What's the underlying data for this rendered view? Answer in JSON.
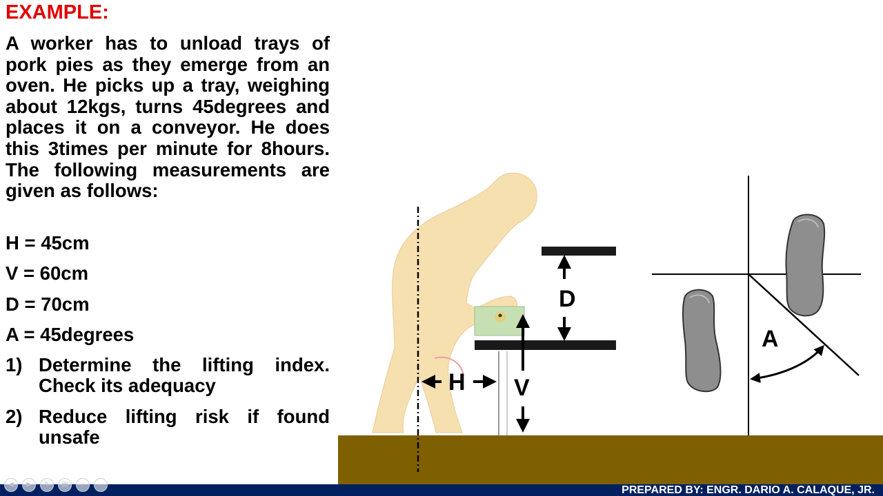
{
  "slide": {
    "title": "EXAMPLE:",
    "problem_text": "A worker has to unload trays of pork pies as they emerge from an oven. He picks up a tray, weighing about 12kgs, turns 45degrees and places it on a conveyor. He does this 3times per minute for 8hours. The following measurements are given as follows:",
    "measurements": [
      "H = 45cm",
      "V = 60cm",
      "D = 70cm",
      "A = 45degrees"
    ],
    "tasks": [
      {
        "num": "1)",
        "text": "Determine the lifting index. Check its adequacy"
      },
      {
        "num": "2)",
        "text": "Reduce lifting risk if found unsafe"
      }
    ]
  },
  "figure": {
    "labels": {
      "h": "H",
      "v": "V",
      "d": "D",
      "a": "A"
    }
  },
  "footer": {
    "credit": "PREPARED BY: ENGR. DARIO A. CALAQUE, JR."
  },
  "nav_icons": [
    "prev-icon",
    "next-icon",
    "pen-icon",
    "slides-icon",
    "zoom-icon",
    "more-icon"
  ]
}
